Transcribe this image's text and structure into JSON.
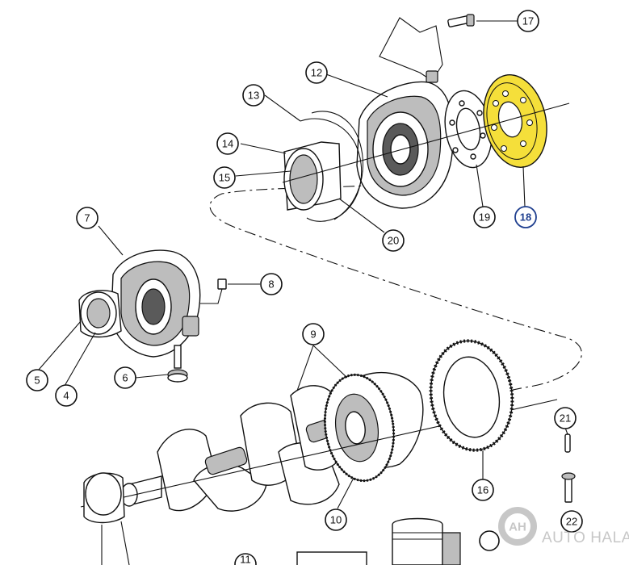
{
  "diagram": {
    "highlight_color": "#f5df3a",
    "selected_callout_color": "#1f3f8f",
    "selected_part": "18",
    "callouts": [
      "4",
      "5",
      "6",
      "7",
      "8",
      "9",
      "10",
      "11",
      "12",
      "13",
      "14",
      "15",
      "16",
      "17",
      "18",
      "19",
      "20",
      "21",
      "22"
    ]
  },
  "watermark": {
    "logo_letters": "AH",
    "text": "AUTO HALAN",
    "color": "#9a9a9a"
  }
}
